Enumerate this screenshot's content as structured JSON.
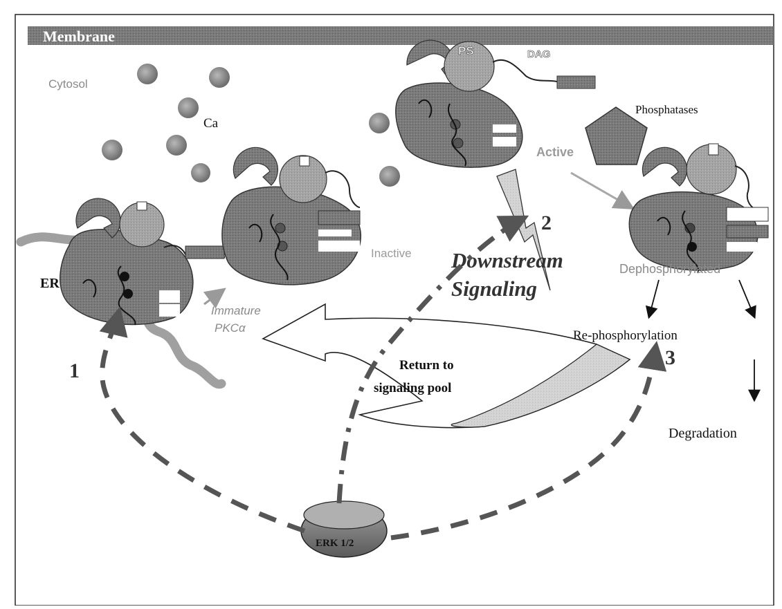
{
  "labels": {
    "membrane": "Membrane",
    "cytosol": "Cytosol",
    "ca": "Ca",
    "ps": "PS",
    "dag": "DAG",
    "phosphatases": "Phosphatases",
    "active": "Active",
    "inactive": "Inactive",
    "er": "ER",
    "immature_line1": "Immature",
    "immature_line2": "PKCα",
    "downstream_line1": "Downstream",
    "downstream_line2": "Signaling",
    "dephosphorylated": "Dephosphorylated",
    "rephosphorylation": "Re-phosphorylation",
    "return_line1": "Return to",
    "return_line2": "signaling pool",
    "degradation": "Degradation",
    "erk": "ERK 1/2",
    "step1": "1",
    "step2": "2",
    "step3": "3"
  },
  "colors": {
    "protein": "#6f6f6f",
    "protein_light": "#9d9d9d",
    "ion": "#8a8a8a",
    "membrane": "#8c8c8c",
    "label_grey": "#7a7a7a",
    "ink": "#111111"
  }
}
